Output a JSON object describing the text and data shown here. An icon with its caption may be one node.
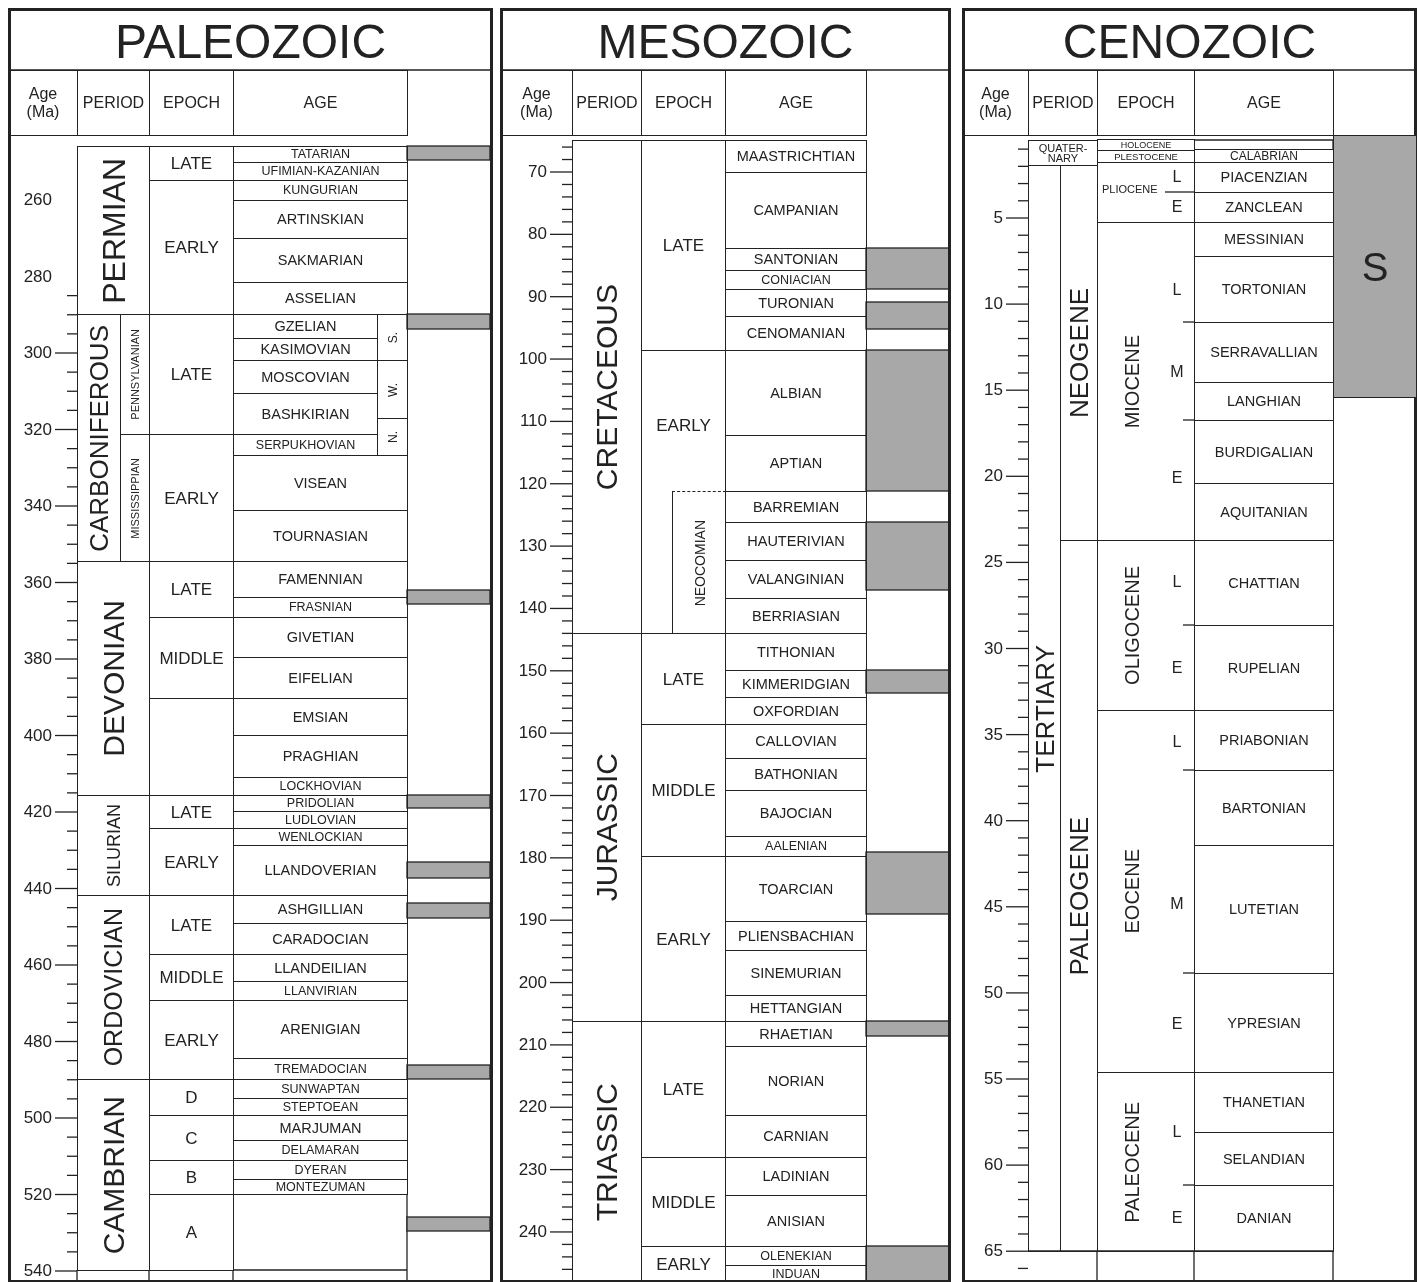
{
  "diagram": {
    "nodes": [
      {
        "text": [
          "PALEOZOIC"
        ]
      },
      {
        "text": [
          "Age (Ma)"
        ],
        "in": 0
      },
      {
        "text": [
          "PERIOD"
        ],
        "in": 0
      },
      {
        "text": [
          "EPOCH"
        ],
        "in": 0
      },
      {
        "text": [
          "AGE"
        ],
        "in": 0
      },
      {
        "text": [
          "PERMIAN"
        ],
        "in": 0
      },
      {
        "text": [
          "CARBONIFEROUS"
        ],
        "in": 0
      },
      {
        "text": [
          "PENNSYLVANIAN"
        ],
        "in": 0
      },
      {
        "text": [
          "MISSISSIPPIAN"
        ],
        "in": 0
      },
      {
        "text": [
          "DEVONIAN"
        ],
        "in": 0
      },
      {
        "text": [
          "SILURIAN"
        ],
        "in": 0
      },
      {
        "text": [
          "ORDOVICIAN"
        ],
        "in": 0
      },
      {
        "text": [
          "CAMBRIAN"
        ],
        "in": 0
      },
      {
        "text": [
          "LATE"
        ],
        "in": 0
      },
      {
        "text": [
          "EARLY"
        ],
        "in": 0
      },
      {
        "text": [
          "LATE"
        ],
        "in": 0
      },
      {
        "text": [
          "EARLY"
        ],
        "in": 0
      },
      {
        "text": [
          "LATE"
        ],
        "in": 0
      },
      {
        "text": [
          "MIDDLE"
        ],
        "in": 0
      },
      {
        "text": [
          "LATE"
        ],
        "in": 0
      },
      {
        "text": [
          "EARLY"
        ],
        "in": 0
      },
      {
        "text": [
          "LATE"
        ],
        "in": 0
      },
      {
        "text": [
          "MIDDLE"
        ],
        "in": 0
      },
      {
        "text": [
          "EARLY"
        ],
        "in": 0
      },
      {
        "text": [
          "D"
        ],
        "in": 0
      },
      {
        "text": [
          "C"
        ],
        "in": 0
      },
      {
        "text": [
          "B"
        ],
        "in": 0
      },
      {
        "text": [
          "A"
        ],
        "in": 0
      },
      {
        "text": [
          "TATARIAN"
        ],
        "in": 0
      },
      {
        "text": [
          "UFIMIAN-KAZANIAN"
        ],
        "in": 0
      },
      {
        "text": [
          "KUNGURIAN"
        ],
        "in": 0
      },
      {
        "text": [
          "ARTINSKIAN"
        ],
        "in": 0
      },
      {
        "text": [
          "SAKMARIAN"
        ],
        "in": 0
      },
      {
        "text": [
          "ASSELIAN"
        ],
        "in": 0
      },
      {
        "text": [
          "GZELIAN"
        ],
        "in": 0
      },
      {
        "text": [
          "KASIMOVIAN"
        ],
        "in": 0
      },
      {
        "text": [
          "MOSCOVIAN"
        ],
        "in": 0
      },
      {
        "text": [
          "BASHKIRIAN"
        ],
        "in": 0
      },
      {
        "text": [
          "SERPUKHOVIAN"
        ],
        "in": 0
      },
      {
        "text": [
          "VISEAN"
        ],
        "in": 0
      },
      {
        "text": [
          "TOURNASIAN"
        ],
        "in": 0
      },
      {
        "text": [
          "FAMENNIAN"
        ],
        "in": 0
      },
      {
        "text": [
          "FRASNIAN"
        ],
        "in": 0
      },
      {
        "text": [
          "GIVETIAN"
        ],
        "in": 0
      },
      {
        "text": [
          "EIFELIAN"
        ],
        "in": 0
      },
      {
        "text": [
          "EMSIAN"
        ],
        "in": 0
      },
      {
        "text": [
          "PRAGHIAN"
        ],
        "in": 0
      },
      {
        "text": [
          "LOCKHOVIAN"
        ],
        "in": 0
      },
      {
        "text": [
          "PRIDOLIAN"
        ],
        "in": 0
      },
      {
        "text": [
          "LUDLOVIAN"
        ],
        "in": 0
      },
      {
        "text": [
          "WENLOCKIAN"
        ],
        "in": 0
      },
      {
        "text": [
          "LLANDOVERIAN"
        ],
        "in": 0
      },
      {
        "text": [
          "ASHGILLIAN"
        ],
        "in": 0
      },
      {
        "text": [
          "CARADOCIAN"
        ],
        "in": 0
      },
      {
        "text": [
          "LLANDEILIAN"
        ],
        "in": 0
      },
      {
        "text": [
          "LLANVIRIAN"
        ],
        "in": 0
      },
      {
        "text": [
          "ARENIGIAN"
        ],
        "in": 0
      },
      {
        "text": [
          "TREMADOCIAN"
        ],
        "in": 0
      },
      {
        "text": [
          "SUNWAPTAN"
        ],
        "in": 0
      },
      {
        "text": [
          "STEPTOEAN"
        ],
        "in": 0
      },
      {
        "text": [
          "MARJUMAN"
        ],
        "in": 0
      },
      {
        "text": [
          "DELAMARAN"
        ],
        "in": 0
      },
      {
        "text": [
          "DYERAN"
        ],
        "in": 0
      },
      {
        "text": [
          "MONTEZUMAN"
        ],
        "in": 0
      },
      {
        "text": [
          "S."
        ],
        "in": 0
      },
      {
        "text": [
          "W."
        ],
        "in": 0
      },
      {
        "text": [
          "N."
        ],
        "in": 0
      },
      {
        "text": [
          "MESOZOIC"
        ]
      },
      {
        "text": [
          "Age (Ma)"
        ],
        "in": 67
      },
      {
        "text": [
          "PERIOD"
        ],
        "in": 67
      },
      {
        "text": [
          "EPOCH"
        ],
        "in": 67
      },
      {
        "text": [
          "AGE"
        ],
        "in": 67
      },
      {
        "text": [
          "CRETACEOUS"
        ],
        "in": 67
      },
      {
        "text": [
          "JURASSIC"
        ],
        "in": 67
      },
      {
        "text": [
          "TRIASSIC"
        ],
        "in": 67
      },
      {
        "text": [
          "LATE"
        ],
        "in": 67
      },
      {
        "text": [
          "EARLY"
        ],
        "in": 67
      },
      {
        "text": [
          "NEOCOMIAN"
        ],
        "in": 76
      },
      {
        "text": [
          "LATE"
        ],
        "in": 67
      },
      {
        "text": [
          "MIDDLE"
        ],
        "in": 67
      },
      {
        "text": [
          "EARLY"
        ],
        "in": 67
      },
      {
        "text": [
          "LATE"
        ],
        "in": 67
      },
      {
        "text": [
          "MIDDLE"
        ],
        "in": 67
      },
      {
        "text": [
          "EARLY"
        ],
        "in": 67
      },
      {
        "text": [
          "MAASTRICHTIAN"
        ],
        "in": 67
      },
      {
        "text": [
          "CAMPANIAN"
        ],
        "in": 67
      },
      {
        "text": [
          "SANTONIAN"
        ],
        "in": 67
      },
      {
        "text": [
          "CONIACIAN"
        ],
        "in": 67
      },
      {
        "text": [
          "TURONIAN"
        ],
        "in": 67
      },
      {
        "text": [
          "CENOMANIAN"
        ],
        "in": 67
      },
      {
        "text": [
          "ALBIAN"
        ],
        "in": 67
      },
      {
        "text": [
          "APTIAN"
        ],
        "in": 67
      },
      {
        "text": [
          "BARREMIAN"
        ],
        "in": 67
      },
      {
        "text": [
          "HAUTERIVIAN"
        ],
        "in": 67
      },
      {
        "text": [
          "VALANGINIAN"
        ],
        "in": 67
      },
      {
        "text": [
          "BERRIASIAN"
        ],
        "in": 67
      },
      {
        "text": [
          "TITHONIAN"
        ],
        "in": 67
      },
      {
        "text": [
          "KIMMERIDGIAN"
        ],
        "in": 67
      },
      {
        "text": [
          "OXFORDIAN"
        ],
        "in": 67
      },
      {
        "text": [
          "CALLOVIAN"
        ],
        "in": 67
      },
      {
        "text": [
          "BATHONIAN"
        ],
        "in": 67
      },
      {
        "text": [
          "BAJOCIAN"
        ],
        "in": 67
      },
      {
        "text": [
          "AALENIAN"
        ],
        "in": 67
      },
      {
        "text": [
          "TOARCIAN"
        ],
        "in": 67
      },
      {
        "text": [
          "PLIENSBACHIAN"
        ],
        "in": 67
      },
      {
        "text": [
          "SINEMURIAN"
        ],
        "in": 67
      },
      {
        "text": [
          "HETTANGIAN"
        ],
        "in": 67
      },
      {
        "text": [
          "RHAETIAN"
        ],
        "in": 67
      },
      {
        "text": [
          "NORIAN"
        ],
        "in": 67
      },
      {
        "text": [
          "CARNIAN"
        ],
        "in": 67
      },
      {
        "text": [
          "LADINIAN"
        ],
        "in": 67
      },
      {
        "text": [
          "ANISIAN"
        ],
        "in": 67
      },
      {
        "text": [
          "OLENEKIAN"
        ],
        "in": 67
      },
      {
        "text": [
          "INDUAN"
        ],
        "in": 67
      },
      {
        "text": [
          "CENOZOIC"
        ]
      },
      {
        "text": [
          "Age (Ma)"
        ],
        "in": 114
      },
      {
        "text": [
          "PERIOD"
        ],
        "in": 114
      },
      {
        "text": [
          "EPOCH"
        ],
        "in": 114
      },
      {
        "text": [
          "AGE"
        ],
        "in": 114
      },
      {
        "text": [
          "QUATER- NARY"
        ],
        "in": 114
      },
      {
        "text": [
          "TERTIARY"
        ],
        "in": 114
      },
      {
        "text": [
          "NEOGENE"
        ],
        "in": 114
      },
      {
        "text": [
          "PALEOGENE"
        ],
        "in": 114
      },
      {
        "text": [
          "HOLOCENE"
        ],
        "in": 114
      },
      {
        "text": [
          "PLESTOCENE"
        ],
        "in": 114
      },
      {
        "text": [
          "PLIOCENE",
          "L",
          "E"
        ],
        "in": 114
      },
      {
        "text": [
          "MIOCENE",
          "L",
          "M",
          "E"
        ],
        "in": 114
      },
      {
        "text": [
          "OLIGOCENE",
          "L",
          "E"
        ],
        "in": 114
      },
      {
        "text": [
          "EOCENE",
          "L",
          "M",
          "E"
        ],
        "in": 114
      },
      {
        "text": [
          "PALEOCENE",
          "L",
          "E"
        ],
        "in": 114
      },
      {
        "text": [
          "CALABRIAN"
        ],
        "in": 114
      },
      {
        "text": [
          "PIACENZIAN"
        ],
        "in": 114
      },
      {
        "text": [
          "ZANCLEAN"
        ],
        "in": 114
      },
      {
        "text": [
          "MESSINIAN"
        ],
        "in": 114
      },
      {
        "text": [
          "TORTONIAN"
        ],
        "in": 114
      },
      {
        "text": [
          "SERRAVALLIAN"
        ],
        "in": 114
      },
      {
        "text": [
          "LANGHIAN"
        ],
        "in": 114
      },
      {
        "text": [
          "BURDIGALIAN"
        ],
        "in": 114
      },
      {
        "text": [
          "AQUITANIAN"
        ],
        "in": 114
      },
      {
        "text": [
          "CHATTIAN"
        ],
        "in": 114
      },
      {
        "text": [
          "RUPELIAN"
        ],
        "in": 114
      },
      {
        "text": [
          "PRIABONIAN"
        ],
        "in": 114
      },
      {
        "text": [
          "BARTONIAN"
        ],
        "in": 114
      },
      {
        "text": [
          "LUTETIAN"
        ],
        "in": 114
      },
      {
        "text": [
          "YPRESIAN"
        ],
        "in": 114
      },
      {
        "text": [
          "THANETIAN"
        ],
        "in": 114
      },
      {
        "text": [
          "SELANDIAN"
        ],
        "in": 114
      },
      {
        "text": [
          "DANIAN"
        ],
        "in": 114
      },
      {
        "text": [
          "S"
        ],
        "in": 114
      }
    ],
    "labels": [
      "260",
      "280",
      "300",
      "320",
      "340",
      "360",
      "380",
      "400",
      "420",
      "440",
      "460",
      "480",
      "500",
      "520",
      "540",
      "70",
      "80",
      "90",
      "100",
      "110",
      "120",
      "130",
      "140",
      "150",
      "160",
      "170",
      "180",
      "190",
      "200",
      "210",
      "220",
      "230",
      "240",
      "5",
      "10",
      "15",
      "20",
      "25",
      "30",
      "35",
      "40",
      "45",
      "50",
      "55",
      "60",
      "65"
    ]
  }
}
